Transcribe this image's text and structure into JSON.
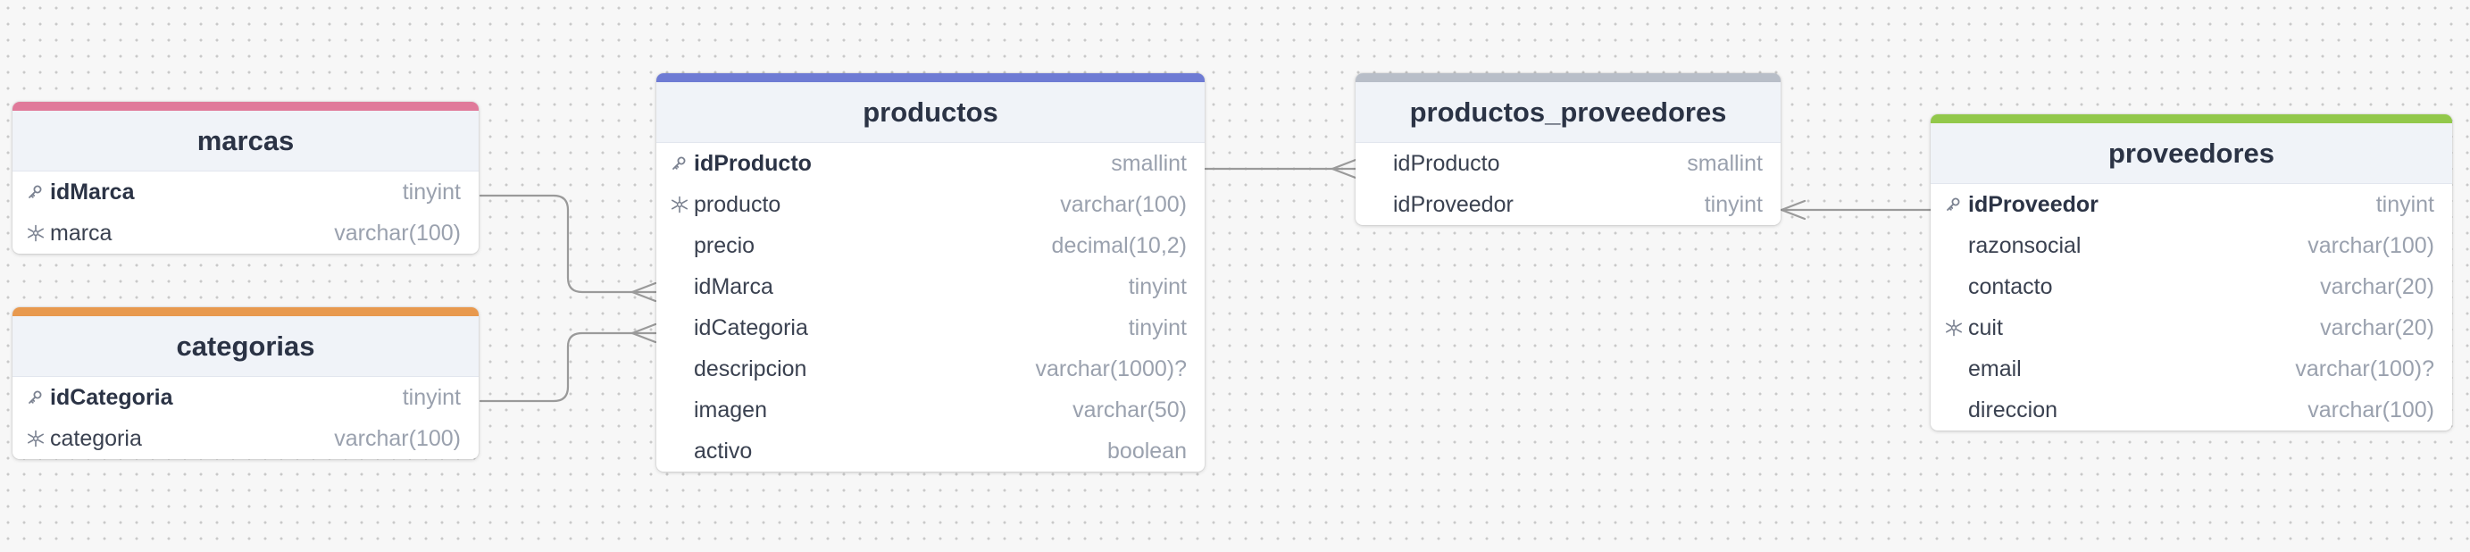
{
  "colors": {
    "marcas": "#e07a9a",
    "categorias": "#e8994e",
    "productos": "#6e7bd4",
    "productos_proveedores": "#b8bec8",
    "proveedores": "#92c84b",
    "edge": "#9a9a9a"
  },
  "tables": {
    "marcas": {
      "title": "marcas",
      "columns": [
        {
          "name": "idMarca",
          "type": "tinyint",
          "icon": "key-icon",
          "pk": true
        },
        {
          "name": "marca",
          "type": "varchar(100)",
          "icon": "unique-icon",
          "pk": false
        }
      ]
    },
    "categorias": {
      "title": "categorias",
      "columns": [
        {
          "name": "idCategoria",
          "type": "tinyint",
          "icon": "key-icon",
          "pk": true
        },
        {
          "name": "categoria",
          "type": "varchar(100)",
          "icon": "unique-icon",
          "pk": false
        }
      ]
    },
    "productos": {
      "title": "productos",
      "columns": [
        {
          "name": "idProducto",
          "type": "smallint",
          "icon": "key-icon",
          "pk": true
        },
        {
          "name": "producto",
          "type": "varchar(100)",
          "icon": "unique-icon",
          "pk": false
        },
        {
          "name": "precio",
          "type": "decimal(10,2)",
          "icon": "",
          "pk": false
        },
        {
          "name": "idMarca",
          "type": "tinyint",
          "icon": "",
          "pk": false
        },
        {
          "name": "idCategoria",
          "type": "tinyint",
          "icon": "",
          "pk": false
        },
        {
          "name": "descripcion",
          "type": "varchar(1000)?",
          "icon": "",
          "pk": false
        },
        {
          "name": "imagen",
          "type": "varchar(50)",
          "icon": "",
          "pk": false
        },
        {
          "name": "activo",
          "type": "boolean",
          "icon": "",
          "pk": false
        }
      ]
    },
    "productos_proveedores": {
      "title": "productos_proveedores",
      "columns": [
        {
          "name": "idProducto",
          "type": "smallint",
          "icon": "",
          "pk": false
        },
        {
          "name": "idProveedor",
          "type": "tinyint",
          "icon": "",
          "pk": false
        }
      ]
    },
    "proveedores": {
      "title": "proveedores",
      "columns": [
        {
          "name": "idProveedor",
          "type": "tinyint",
          "icon": "key-icon",
          "pk": true
        },
        {
          "name": "razonsocial",
          "type": "varchar(100)",
          "icon": "",
          "pk": false
        },
        {
          "name": "contacto",
          "type": "varchar(20)",
          "icon": "",
          "pk": false
        },
        {
          "name": "cuit",
          "type": "varchar(20)",
          "icon": "unique-icon",
          "pk": false
        },
        {
          "name": "email",
          "type": "varchar(100)?",
          "icon": "",
          "pk": false
        },
        {
          "name": "direccion",
          "type": "varchar(100)",
          "icon": "",
          "pk": false
        }
      ]
    }
  },
  "relations": [
    {
      "from": "marcas.idMarca",
      "to": "productos.idMarca",
      "to_cardinality": "many"
    },
    {
      "from": "categorias.idCategoria",
      "to": "productos.idCategoria",
      "to_cardinality": "many"
    },
    {
      "from": "productos.idProducto",
      "to": "productos_proveedores.idProducto",
      "to_cardinality": "many"
    },
    {
      "from": "proveedores.idProveedor",
      "to": "productos_proveedores.idProveedor",
      "to_cardinality": "many"
    }
  ]
}
